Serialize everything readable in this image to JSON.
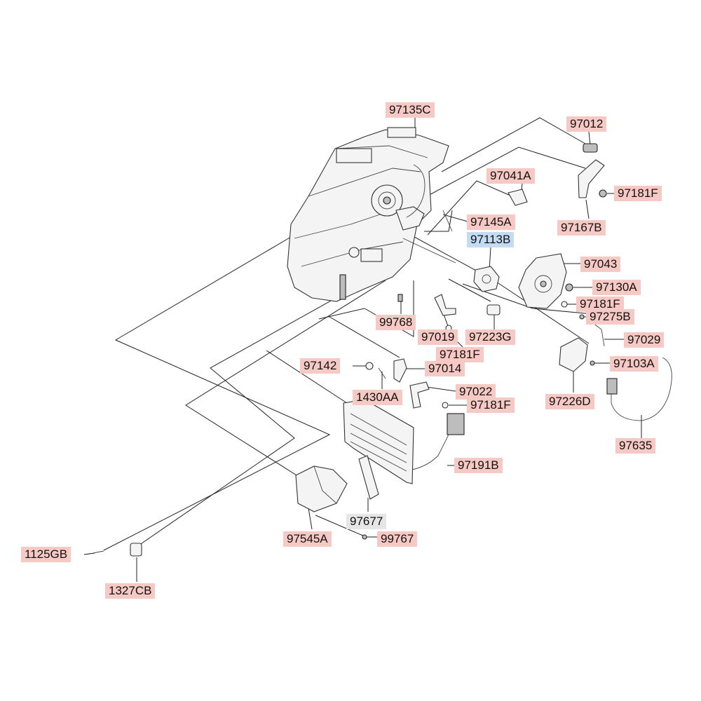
{
  "labels": [
    {
      "id": "97135C",
      "text": "97135C",
      "style": "pink"
    },
    {
      "id": "97012",
      "text": "97012",
      "style": "pink"
    },
    {
      "id": "97041A",
      "text": "97041A",
      "style": "pink"
    },
    {
      "id": "97181F_a",
      "text": "97181F",
      "style": "pink"
    },
    {
      "id": "97145A",
      "text": "97145A",
      "style": "pink"
    },
    {
      "id": "97167B",
      "text": "97167B",
      "style": "pink"
    },
    {
      "id": "97113B",
      "text": "97113B",
      "style": "blue"
    },
    {
      "id": "97043",
      "text": "97043",
      "style": "pink"
    },
    {
      "id": "97130A",
      "text": "97130A",
      "style": "pink"
    },
    {
      "id": "97181F_b",
      "text": "97181F",
      "style": "pink"
    },
    {
      "id": "97275B",
      "text": "97275B",
      "style": "pink"
    },
    {
      "id": "99768",
      "text": "99768",
      "style": "pink"
    },
    {
      "id": "97019",
      "text": "97019",
      "style": "pink"
    },
    {
      "id": "97223G",
      "text": "97223G",
      "style": "pink"
    },
    {
      "id": "97029",
      "text": "97029",
      "style": "pink"
    },
    {
      "id": "97181F_c",
      "text": "97181F",
      "style": "pink"
    },
    {
      "id": "97142",
      "text": "97142",
      "style": "pink"
    },
    {
      "id": "97014",
      "text": "97014",
      "style": "pink"
    },
    {
      "id": "97103A",
      "text": "97103A",
      "style": "pink"
    },
    {
      "id": "1430AA",
      "text": "1430AA",
      "style": "pink"
    },
    {
      "id": "97022",
      "text": "97022",
      "style": "pink"
    },
    {
      "id": "97181F_d",
      "text": "97181F",
      "style": "pink"
    },
    {
      "id": "97226D",
      "text": "97226D",
      "style": "pink"
    },
    {
      "id": "97635",
      "text": "97635",
      "style": "pink"
    },
    {
      "id": "97191B",
      "text": "97191B",
      "style": "pink"
    },
    {
      "id": "97677",
      "text": "97677",
      "style": "grey"
    },
    {
      "id": "97545A",
      "text": "97545A",
      "style": "pink"
    },
    {
      "id": "99767",
      "text": "99767",
      "style": "pink"
    },
    {
      "id": "1125GB",
      "text": "1125GB",
      "style": "pink"
    },
    {
      "id": "1327CB",
      "text": "1327CB",
      "style": "pink"
    }
  ],
  "colors": {
    "label_pink": "#f7c9c4",
    "label_blue": "#c4dcf3",
    "label_grey": "#e6e6e6",
    "line": "#222222"
  }
}
